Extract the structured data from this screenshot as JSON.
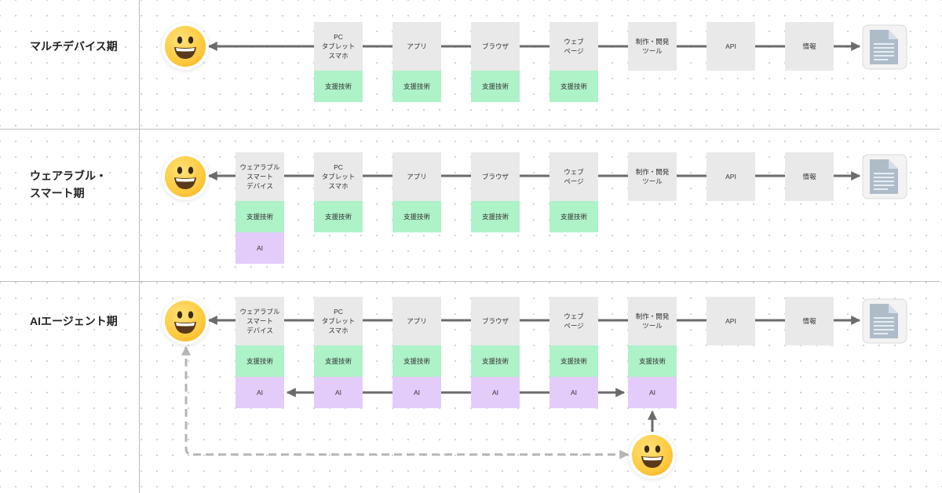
{
  "rows": [
    {
      "label": "マルチデバイス期",
      "top_boxes": [
        "PC\nタブレット\nスマホ",
        "アプリ",
        "ブラウザ",
        "ウェブ\nページ",
        "制作・開発\nツール",
        "API",
        "情報"
      ],
      "support_boxes": [
        "支援技術",
        "支援技術",
        "支援技術",
        "支援技術"
      ]
    },
    {
      "label": "ウェアラブル・\nスマート期",
      "top_boxes": [
        "ウェアラブル\nスマート\nデバイス",
        "PC\nタブレット\nスマホ",
        "アプリ",
        "ブラウザ",
        "ウェブ\nページ",
        "制作・開発\nツール",
        "API",
        "情報"
      ],
      "support_boxes": [
        "支援技術",
        "支援技術",
        "支援技術",
        "支援技術",
        "支援技術"
      ],
      "ai_boxes": [
        "AI"
      ]
    },
    {
      "label": "AIエージェント期",
      "top_boxes": [
        "ウェアラブル\nスマート\nデバイス",
        "PC\nタブレット\nスマホ",
        "アプリ",
        "ブラウザ",
        "ウェブ\nページ",
        "制作・開発\nツール",
        "API",
        "情報"
      ],
      "support_boxes": [
        "支援技術",
        "支援技術",
        "支援技術",
        "支援技術",
        "支援技術",
        "支援技術"
      ],
      "ai_boxes": [
        "AI",
        "AI",
        "AI",
        "AI",
        "AI",
        "AI"
      ]
    }
  ],
  "icons": {
    "user": "smiling-face-emoji-icon",
    "document": "document-icon"
  },
  "colors": {
    "gray_box": "#e9e9e9",
    "support_box": "#aef2c8",
    "ai_box": "#e3ccfa",
    "arrow": "#6b6b6b",
    "dashed_arrow": "#b5b5b5"
  }
}
